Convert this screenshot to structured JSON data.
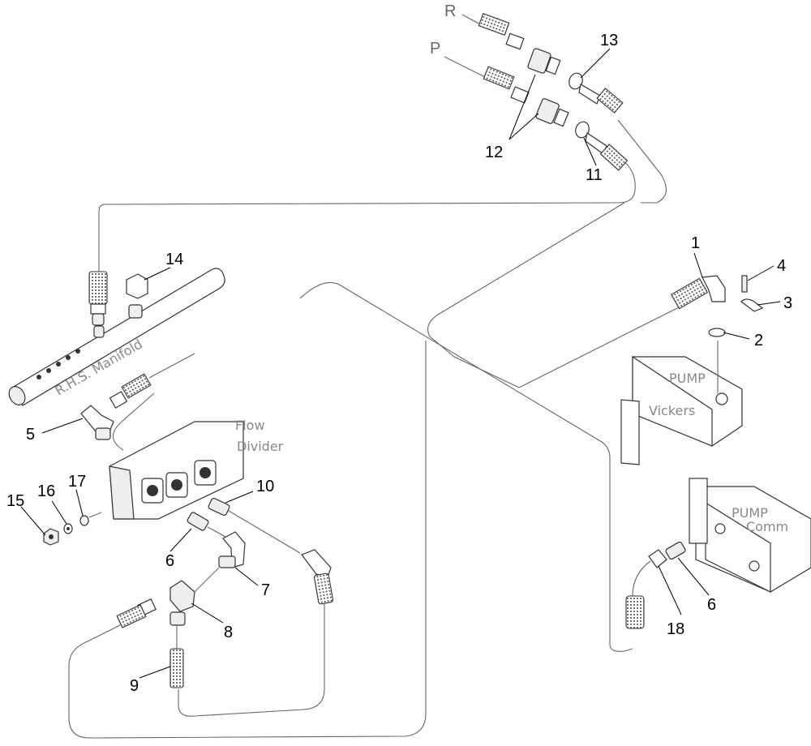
{
  "diagram": {
    "callouts": [
      "1",
      "2",
      "3",
      "4",
      "5",
      "6",
      "7",
      "8",
      "9",
      "10",
      "11",
      "12",
      "13",
      "14",
      "15",
      "16",
      "17",
      "18",
      "6"
    ],
    "port_labels": {
      "r": "R",
      "p": "P"
    },
    "component_labels": {
      "manifold": "R.H.S. Manifold",
      "flow_divider_line1": "Flow",
      "flow_divider_line2": "Divider",
      "pump_vickers_line1": "PUMP",
      "pump_vickers_line2": "Vickers",
      "pump_comm_line1": "PUMP",
      "pump_comm_line2": "Comm"
    }
  }
}
